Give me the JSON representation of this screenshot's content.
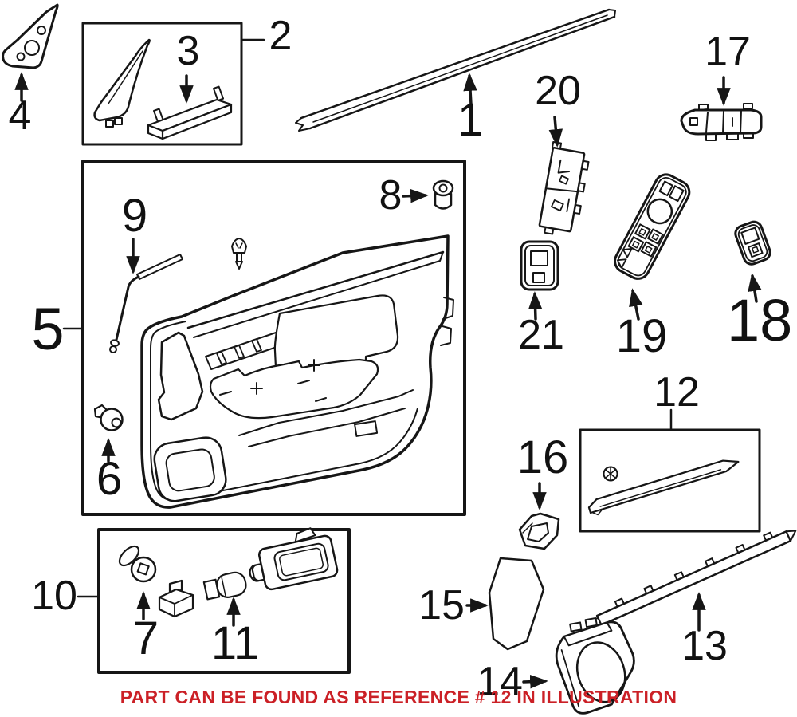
{
  "parts": [
    {
      "label": "1"
    },
    {
      "label": "2"
    },
    {
      "label": "3"
    },
    {
      "label": "4"
    },
    {
      "label": "5"
    },
    {
      "label": "6"
    },
    {
      "label": "7"
    },
    {
      "label": "8"
    },
    {
      "label": "9"
    },
    {
      "label": "10"
    },
    {
      "label": "11"
    },
    {
      "label": "12"
    },
    {
      "label": "13"
    },
    {
      "label": "14"
    },
    {
      "label": "15"
    },
    {
      "label": "16"
    },
    {
      "label": "17"
    },
    {
      "label": "18"
    },
    {
      "label": "19"
    },
    {
      "label": "20"
    },
    {
      "label": "21"
    }
  ],
  "note": {
    "text": "PART CAN BE FOUND AS REFERENCE # 12 IN ILLUSTRATION",
    "color": "#cb2026"
  },
  "colors": {
    "line_art": "#161616",
    "background": "#ffffff"
  }
}
